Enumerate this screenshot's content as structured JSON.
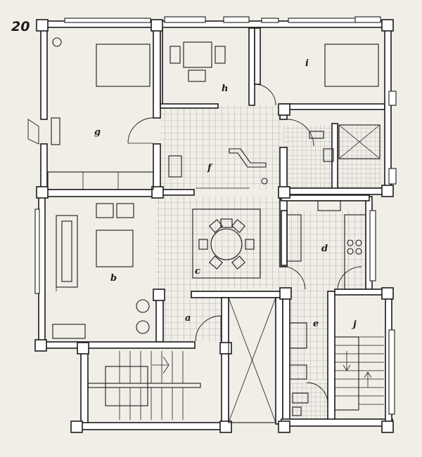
{
  "figure": {
    "number": "20"
  },
  "rooms": [
    {
      "id": "a",
      "label": "a"
    },
    {
      "id": "b",
      "label": "b"
    },
    {
      "id": "c",
      "label": "c"
    },
    {
      "id": "d",
      "label": "d"
    },
    {
      "id": "e",
      "label": "e"
    },
    {
      "id": "f",
      "label": "f"
    },
    {
      "id": "g",
      "label": "g"
    },
    {
      "id": "h",
      "label": "h"
    },
    {
      "id": "i",
      "label": "i"
    },
    {
      "id": "j",
      "label": "j"
    }
  ],
  "colors": {
    "ink": "#1b1b1b",
    "paper": "#f1eee8",
    "wall_fill": "#ffffff",
    "tile_grid": "#8a8a8a"
  }
}
